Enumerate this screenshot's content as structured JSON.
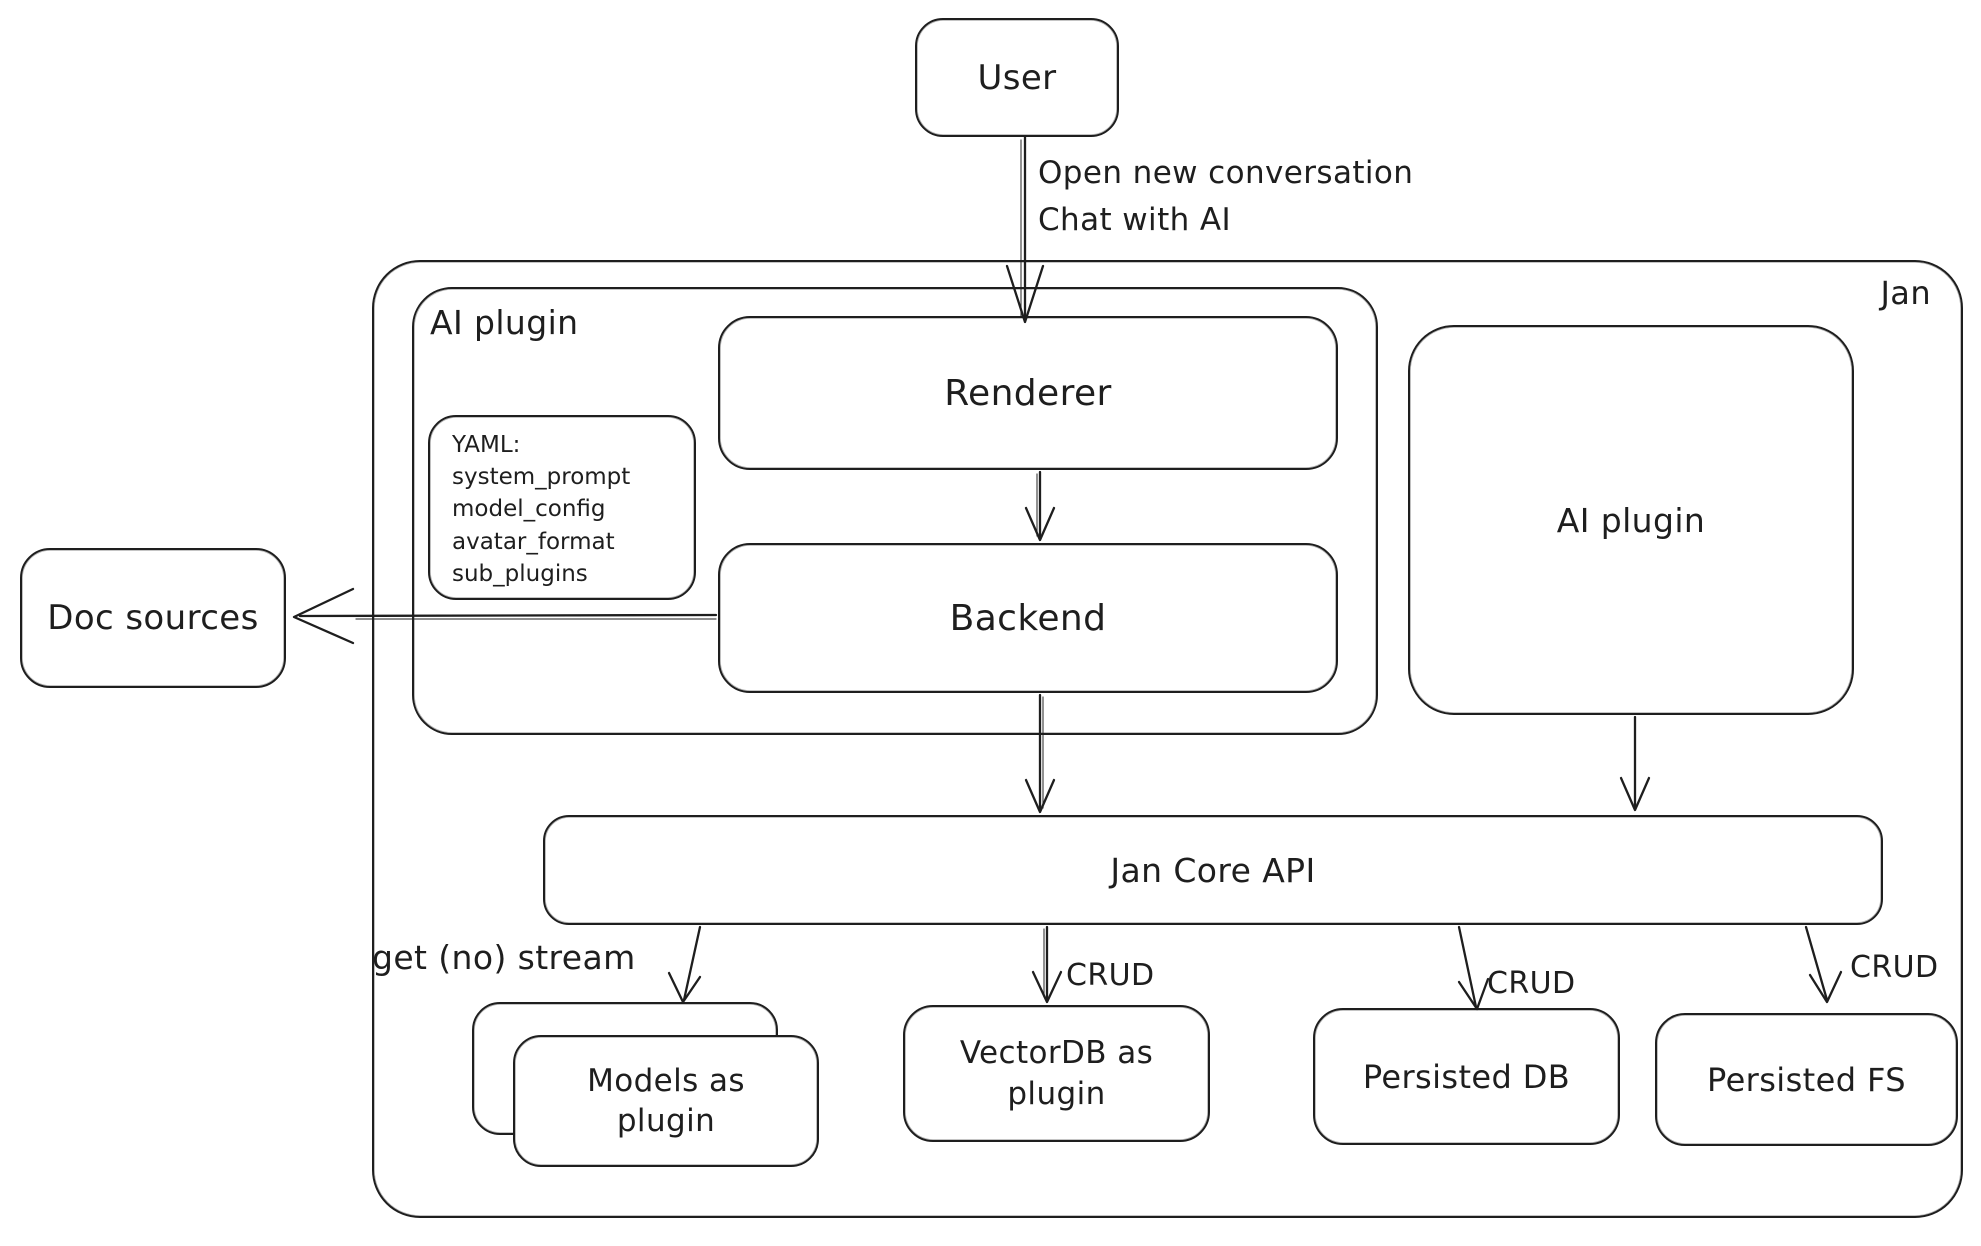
{
  "colors": {
    "stroke": "#1e1e1e",
    "background": "#ffffff"
  },
  "nodes": {
    "user": {
      "label": "User"
    },
    "jan": {
      "label": "Jan"
    },
    "ai_plugin_inner": {
      "label": "AI plugin"
    },
    "renderer": {
      "label": "Renderer"
    },
    "backend": {
      "label": "Backend"
    },
    "yaml_note": {
      "lines": [
        "YAML:",
        "system_prompt",
        "model_config",
        "avatar_format",
        "sub_plugins"
      ]
    },
    "doc_sources": {
      "label": "Doc sources"
    },
    "ai_plugin_right": {
      "label": "AI plugin"
    },
    "jan_core_api": {
      "label": "Jan Core API"
    },
    "models_plugin": {
      "label": "Models as plugin"
    },
    "vectordb_plugin": {
      "label": "VectorDB as plugin"
    },
    "persisted_db": {
      "label": "Persisted DB"
    },
    "persisted_fs": {
      "label": "Persisted FS"
    }
  },
  "edges": {
    "user_flow": {
      "line1": "Open new conversation",
      "line2": "Chat with AI"
    },
    "get_stream": {
      "label": "get (no) stream"
    },
    "crud_vectordb": {
      "label": "CRUD"
    },
    "crud_persisted_db": {
      "label": "CRUD"
    },
    "crud_persisted_fs": {
      "label": "CRUD"
    }
  }
}
